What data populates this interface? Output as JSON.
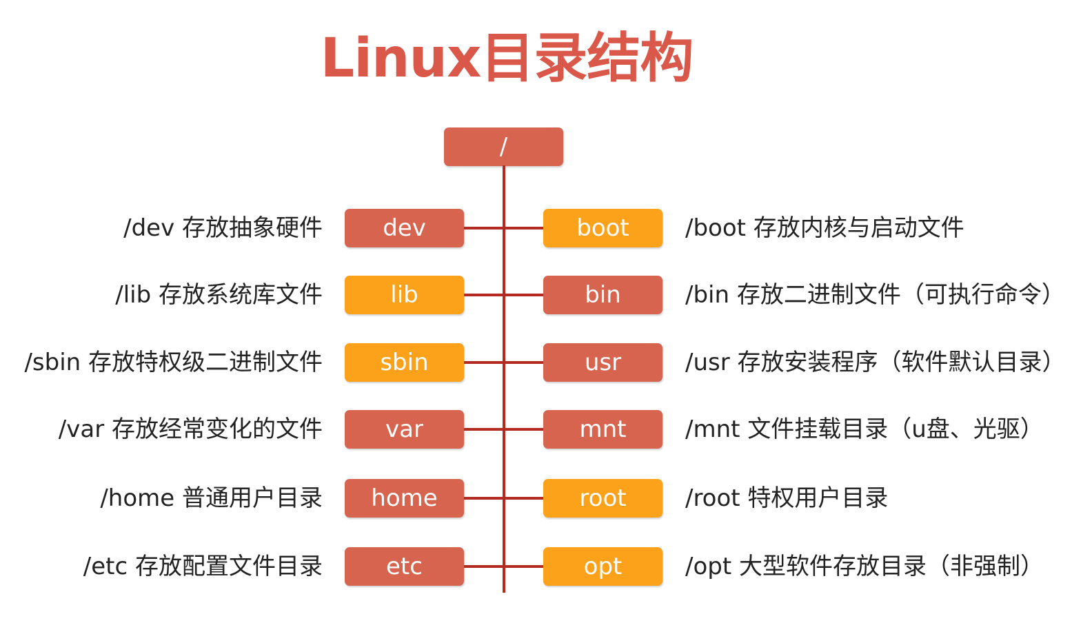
{
  "title": "Linux目录结构",
  "root": "/",
  "colors": {
    "title": "#d9584a",
    "node_red": "#d6644f",
    "node_orange": "#fca11a",
    "line": "#b52a20"
  },
  "left": [
    {
      "label": "dev",
      "desc": "/dev 存放抽象硬件",
      "color": "red"
    },
    {
      "label": "lib",
      "desc": "/lib 存放系统库文件",
      "color": "orange"
    },
    {
      "label": "sbin",
      "desc": "/sbin 存放特权级二进制文件",
      "color": "orange"
    },
    {
      "label": "var",
      "desc": "/var 存放经常变化的文件",
      "color": "red"
    },
    {
      "label": "home",
      "desc": "/home 普通用户目录",
      "color": "red"
    },
    {
      "label": "etc",
      "desc": "/etc 存放配置文件目录",
      "color": "red"
    }
  ],
  "right": [
    {
      "label": "boot",
      "desc": "/boot 存放内核与启动文件",
      "color": "orange"
    },
    {
      "label": "bin",
      "desc": "/bin 存放二进制文件（可执行命令）",
      "color": "red"
    },
    {
      "label": "usr",
      "desc": "/usr 存放安装程序（软件默认目录）",
      "color": "red"
    },
    {
      "label": "mnt",
      "desc": "/mnt 文件挂载目录（u盘、光驱）",
      "color": "red"
    },
    {
      "label": "root",
      "desc": "/root 特权用户目录",
      "color": "orange"
    },
    {
      "label": "opt",
      "desc": "/opt 大型软件存放目录（非强制）",
      "color": "orange"
    }
  ]
}
